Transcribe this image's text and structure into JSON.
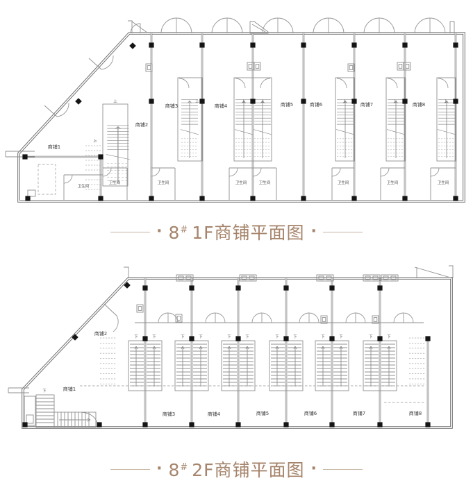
{
  "page": {
    "background": "#ffffff"
  },
  "floor_plans": {
    "common": {
      "shop_labels": [
        "商铺1",
        "商铺2",
        "商铺3",
        "商铺4",
        "商铺5",
        "商铺6",
        "商铺7",
        "商铺8"
      ],
      "bathroom_label": "卫生间",
      "stair_up_label": "上",
      "stair_down_label": "下",
      "wall_color": "#6a6a6a",
      "column_color": "#151515"
    },
    "floor_1f": {
      "shop_count": 8,
      "bathroom_count": 8
    },
    "floor_2f": {
      "shop_count": 8
    }
  },
  "captions": {
    "dot": "·",
    "accent_color": "#a6846b",
    "line_color": "#c8b6a4",
    "f1": {
      "building": "8",
      "hash": "#",
      "title": "1F商铺平面图"
    },
    "f2": {
      "building": "8",
      "hash": "#",
      "title": "2F商铺平面图"
    }
  }
}
